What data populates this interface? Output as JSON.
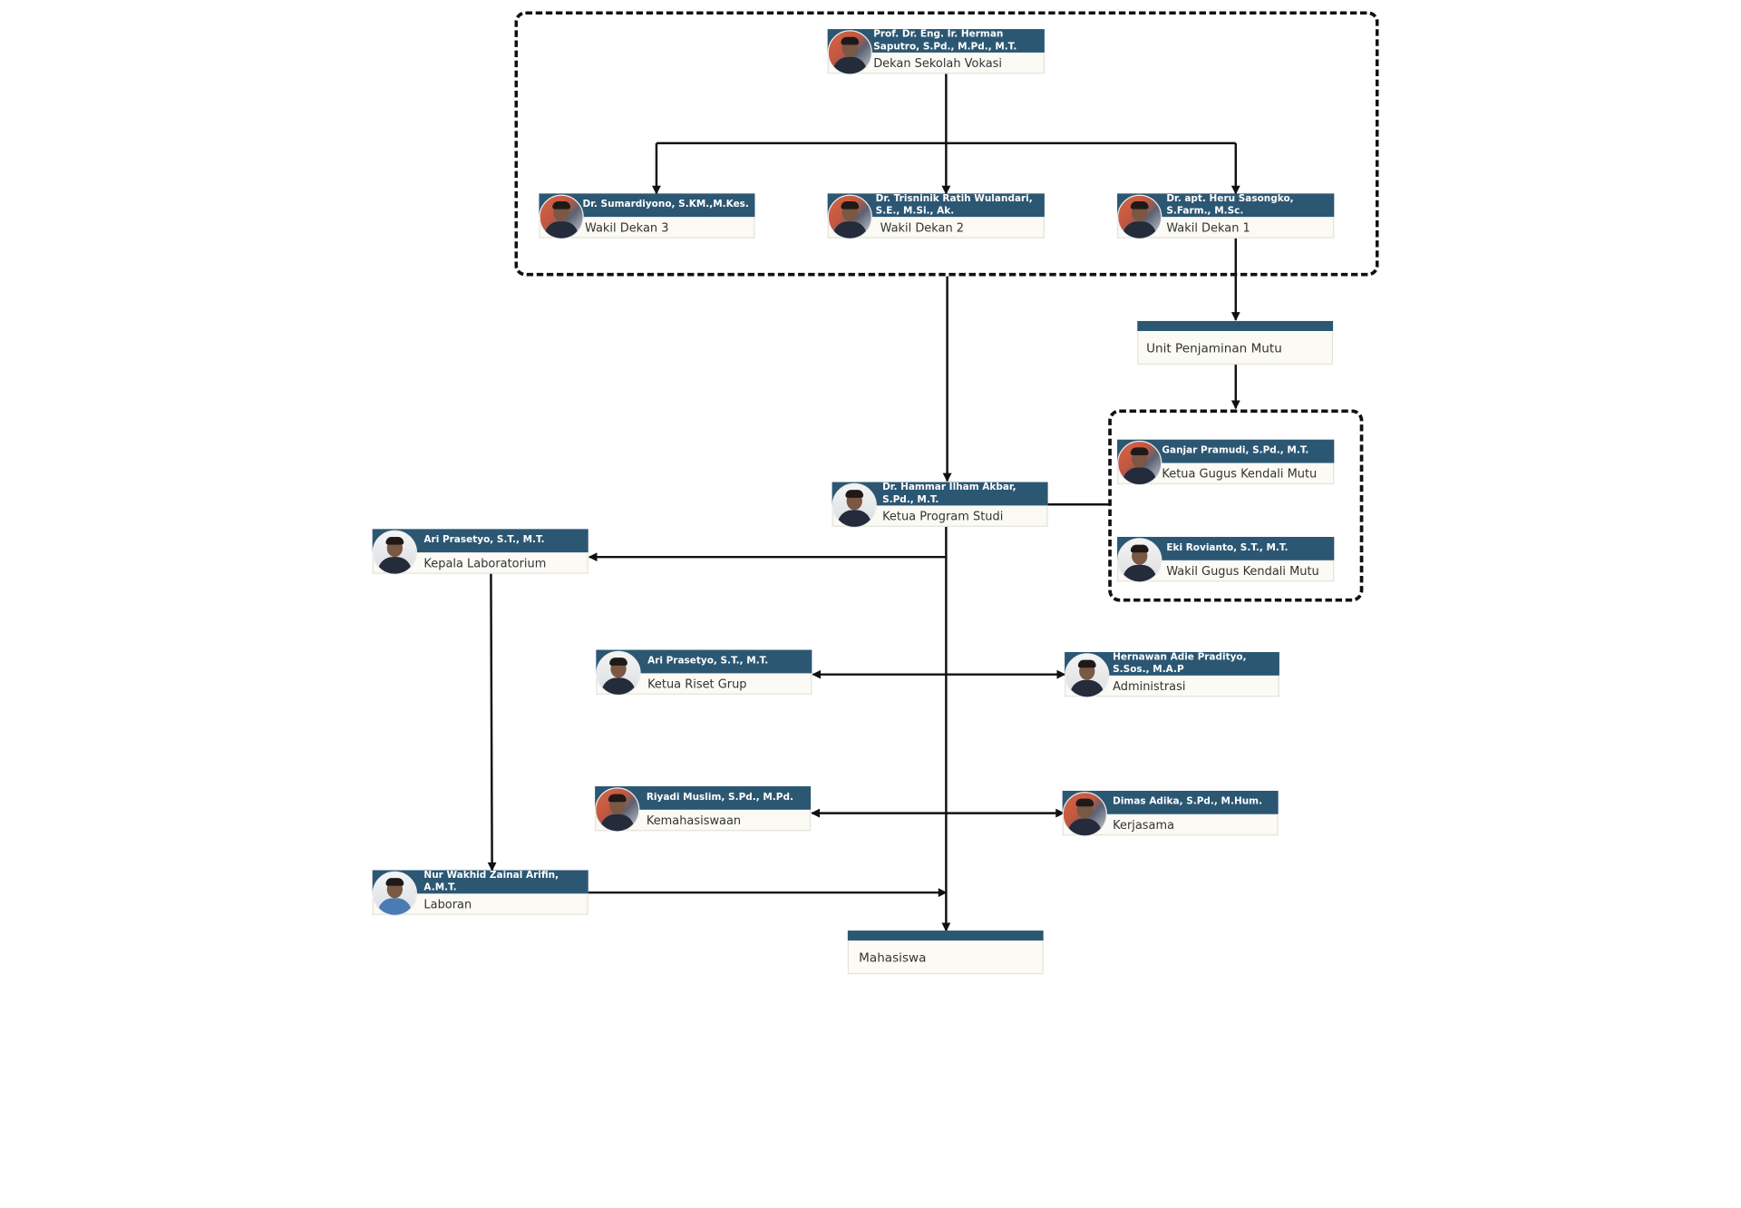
{
  "nodes": {
    "dekan": {
      "name": "Prof. Dr. Eng. Ir. Herman Saputro, S.Pd., M.Pd., M.T.",
      "role": "Dekan Sekolah Vokasi"
    },
    "wd3": {
      "name": "Dr. Sumardiyono, S.KM.,M.Kes.",
      "role": "Wakil Dekan 3"
    },
    "wd2": {
      "name": "Dr. Trisninik Ratih Wulandari, S.E., M.Si., Ak.",
      "role": "Wakil Dekan 2"
    },
    "wd1": {
      "name": "Dr. apt. Heru Sasongko, S.Farm., M.Sc.",
      "role": "Wakil Dekan 1"
    },
    "upm": {
      "name": "",
      "role": "Unit Penjaminan Mutu"
    },
    "ketua_gkm": {
      "name": "Ganjar Pramudi, S.Pd., M.T.",
      "role": "Ketua Gugus Kendali Mutu"
    },
    "wakil_gkm": {
      "name": "Eki Rovianto, S.T., M.T.",
      "role": "Wakil Gugus Kendali Mutu"
    },
    "kaprodi": {
      "name": "Dr. Hammar Ilham Akbar, S.Pd., M.T.",
      "role": "Ketua Program Studi"
    },
    "kalab": {
      "name": "Ari Prasetyo, S.T., M.T.",
      "role": "Kepala Laboratorium"
    },
    "riset": {
      "name": "Ari Prasetyo, S.T., M.T.",
      "role": "Ketua Riset Grup"
    },
    "admin": {
      "name": "Hernawan Adie Pradityo, S.Sos., M.A.P",
      "role": "Administrasi"
    },
    "kemahasiswaan": {
      "name": "Riyadi Muslim, S.Pd., M.Pd.",
      "role": "Kemahasiswaan"
    },
    "kerjasama": {
      "name": "Dimas Adika, S.Pd., M.Hum.",
      "role": "Kerjasama"
    },
    "laboran": {
      "name": "Nur Wakhid Zainal Arifin, A.M.T.",
      "role": "Laboran"
    },
    "mahasiswa": {
      "name": "",
      "role": "Mahasiswa"
    }
  },
  "colors": {
    "header": "#2c5773",
    "box": "#fbfaf4",
    "line": "#111111"
  }
}
